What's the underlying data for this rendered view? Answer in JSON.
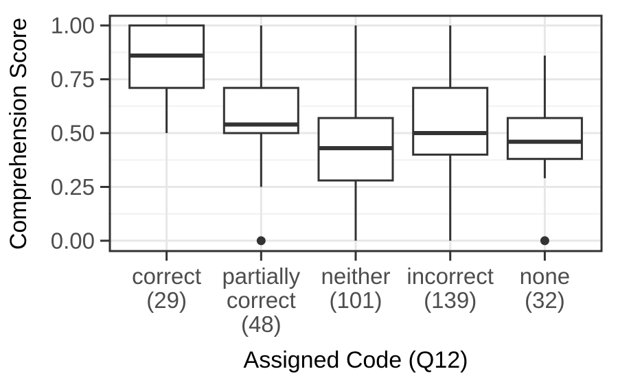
{
  "figure": {
    "background": "#FFFFFF"
  },
  "chart_data": {
    "type": "boxplot",
    "title": "",
    "xlabel": "Assigned Code (Q12)",
    "ylabel": "Comprehension Score",
    "ylim": [
      0,
      1
    ],
    "grid": true,
    "legend": false,
    "y_ticks": [
      {
        "value": 0.0,
        "label": "0.00"
      },
      {
        "value": 0.25,
        "label": "0.25"
      },
      {
        "value": 0.5,
        "label": "0.50"
      },
      {
        "value": 0.75,
        "label": "0.75"
      },
      {
        "value": 1.0,
        "label": "1.00"
      }
    ],
    "y_minor_gridlines": [
      0.125,
      0.375,
      0.625,
      0.875
    ],
    "boxes": [
      {
        "category": "correct",
        "n": 29,
        "label_lines": [
          "correct",
          "(29)"
        ],
        "whisker_low": 0.5,
        "q1": 0.71,
        "median": 0.86,
        "q3": 1.0,
        "whisker_high": 1.0,
        "outliers": []
      },
      {
        "category": "partially correct",
        "n": 48,
        "label_lines": [
          "partially",
          "correct",
          "(48)"
        ],
        "whisker_low": 0.25,
        "q1": 0.5,
        "median": 0.54,
        "q3": 0.71,
        "whisker_high": 1.0,
        "outliers": [
          0.0
        ]
      },
      {
        "category": "neither",
        "n": 101,
        "label_lines": [
          "neither",
          "(101)"
        ],
        "whisker_low": 0.0,
        "q1": 0.28,
        "median": 0.43,
        "q3": 0.57,
        "whisker_high": 1.0,
        "outliers": []
      },
      {
        "category": "incorrect",
        "n": 139,
        "label_lines": [
          "incorrect",
          "(139)"
        ],
        "whisker_low": 0.0,
        "q1": 0.4,
        "median": 0.5,
        "q3": 0.71,
        "whisker_high": 1.0,
        "outliers": []
      },
      {
        "category": "none",
        "n": 32,
        "label_lines": [
          "none",
          "(32)"
        ],
        "whisker_low": 0.29,
        "q1": 0.38,
        "median": 0.46,
        "q3": 0.57,
        "whisker_high": 0.86,
        "outliers": [
          0.0
        ]
      }
    ],
    "colors": {
      "box_stroke": "#333333",
      "box_fill": "#FFFFFF",
      "median": "#333333",
      "panel_border": "#333333",
      "grid_major": "#E7E7E7",
      "grid_minor": "#F1F1F1",
      "axis_tick": "#333333",
      "tick_label": "#4D4D4D",
      "axis_title": "#000000",
      "outlier": "#333333",
      "background": "#FFFFFF"
    }
  }
}
